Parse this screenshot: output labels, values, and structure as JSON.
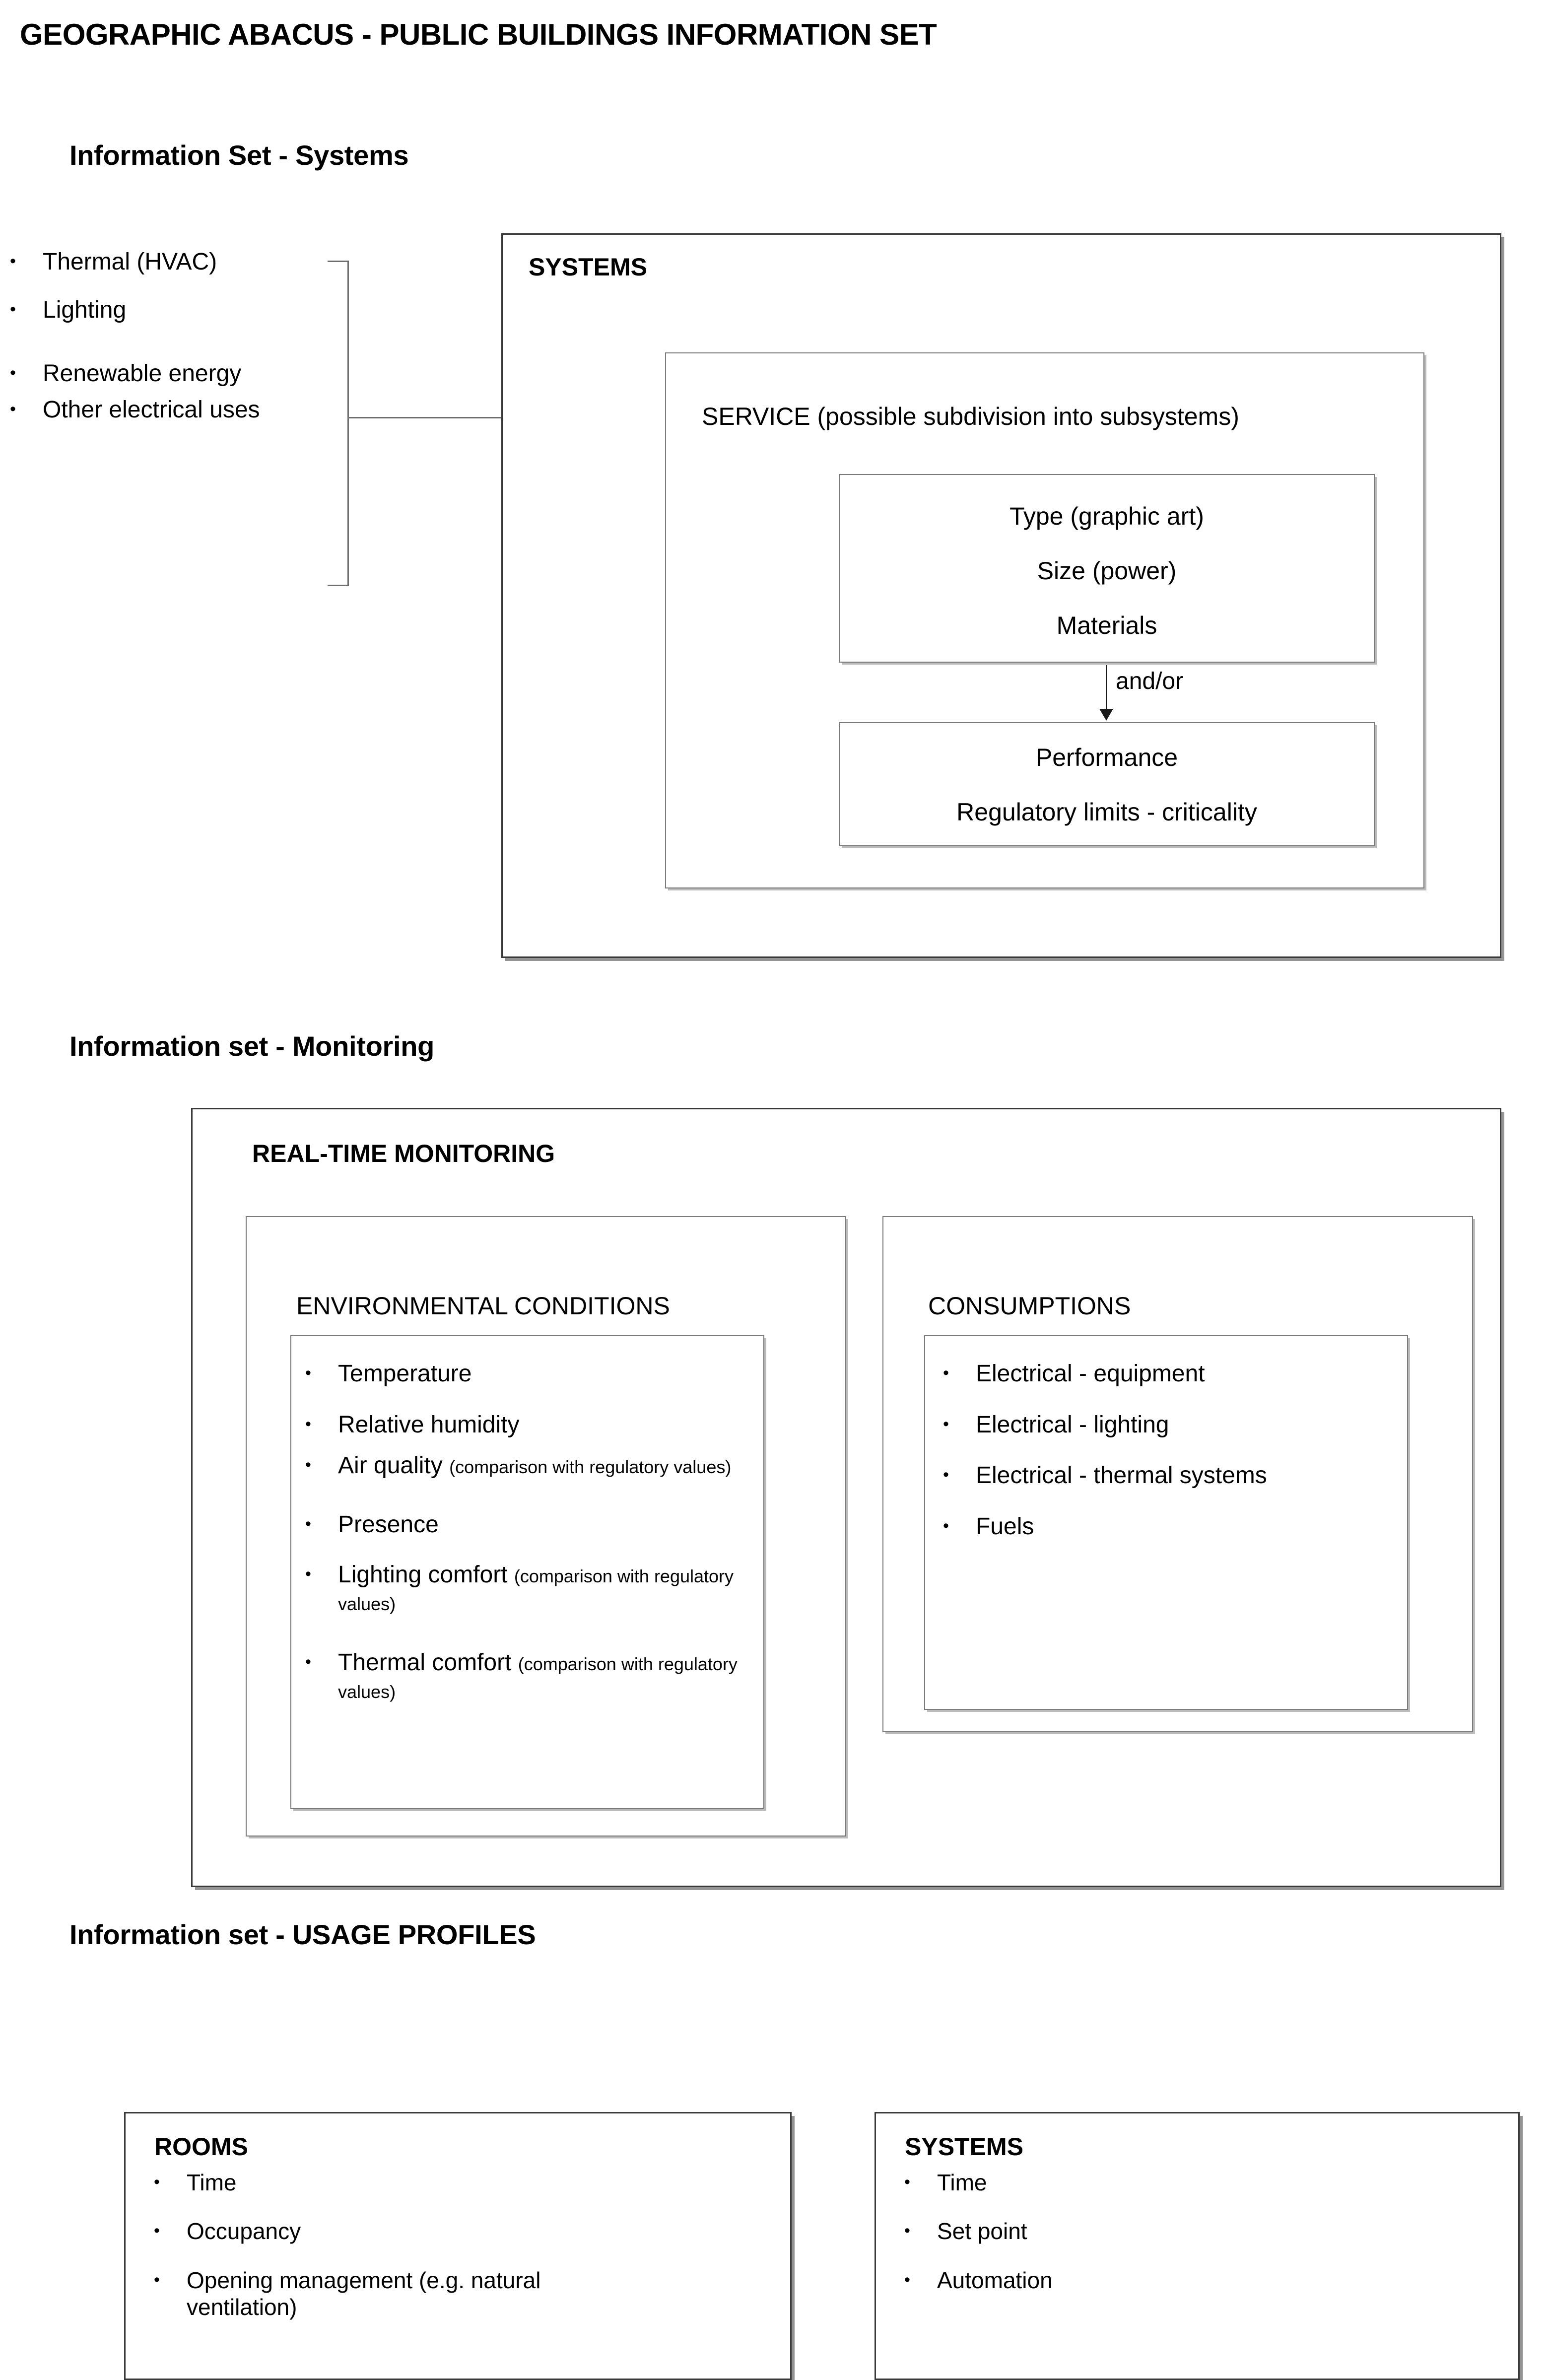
{
  "document": {
    "title": "GEOGRAPHIC ABACUS - PUBLIC BUILDINGS INFORMATION SET"
  },
  "sections": [
    {
      "heading": "Information Set - Systems",
      "bullets": [
        "Thermal (HVAC)",
        "Lighting",
        "Renewable energy",
        "Other electrical uses"
      ],
      "outer_box_label": "SYSTEMS",
      "service_label": "SERVICE (possible subdivision into subsystems)",
      "attributes_box": {
        "line1": "Type (graphic art)",
        "line2": "Size (power)",
        "line3": "Materials"
      },
      "connector_label": "and/or",
      "performance_box": {
        "line1": "Performance",
        "line2": "Regulatory limits - criticality"
      }
    },
    {
      "heading": "Information set - Monitoring",
      "outer_box_label": "REAL-TIME MONITORING",
      "panels": [
        {
          "label": "ENVIRONMENTAL CONDITIONS",
          "items": [
            {
              "main": "Temperature",
              "note": ""
            },
            {
              "main": "Relative humidity",
              "note": ""
            },
            {
              "main": "Air quality ",
              "note": "(comparison with regulatory values)"
            },
            {
              "main": "Presence",
              "note": ""
            },
            {
              "main": "Lighting comfort ",
              "note": "(comparison with regulatory values)"
            },
            {
              "main": "Thermal comfort ",
              "note": "(comparison with regulatory values)"
            }
          ]
        },
        {
          "label": "CONSUMPTIONS",
          "items": [
            {
              "main": "Electrical - equipment",
              "note": ""
            },
            {
              "main": "Electrical - lighting",
              "note": ""
            },
            {
              "main": "Electrical - thermal systems",
              "note": ""
            },
            {
              "main": "Fuels",
              "note": ""
            }
          ]
        }
      ]
    },
    {
      "heading": "Information set - USAGE PROFILES",
      "panels": [
        {
          "label": "ROOMS",
          "items": [
            {
              "main": "Time",
              "note": ""
            },
            {
              "main": "Occupancy",
              "note": ""
            },
            {
              "main": "Opening management (e.g. natural ventilation)",
              "note": ""
            }
          ]
        },
        {
          "label": "SYSTEMS",
          "items": [
            {
              "main": "Time",
              "note": ""
            },
            {
              "main": "Set point",
              "note": ""
            },
            {
              "main": "Automation",
              "note": ""
            }
          ]
        }
      ]
    }
  ],
  "colors": {
    "ink": "#000000",
    "box_border": "#3a3a3a",
    "box_border_light": "#7a7a7a",
    "connector": "#6e6e6e",
    "background": "#ffffff"
  }
}
